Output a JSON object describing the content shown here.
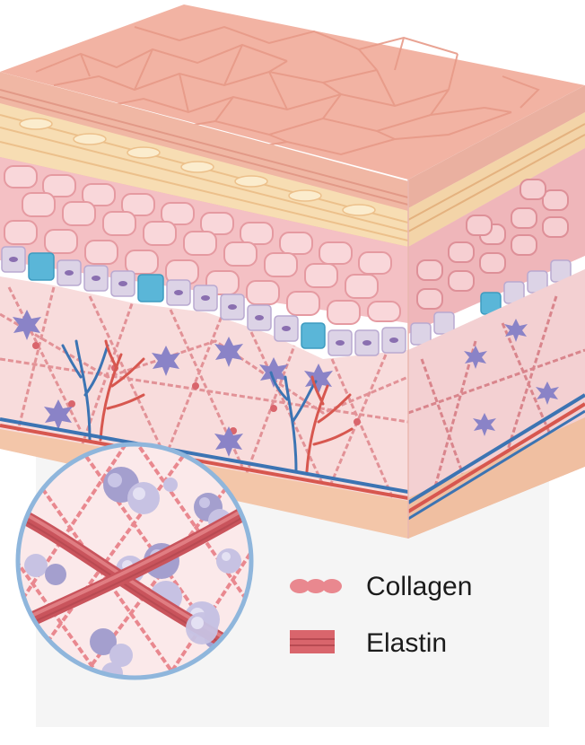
{
  "legend": {
    "items": [
      {
        "key": "collagen",
        "label": "Collagen",
        "icon": "collagen-beads-icon",
        "color": "#e9888f"
      },
      {
        "key": "elastin",
        "label": "Elastin",
        "icon": "elastin-bar-icon",
        "color": "#d9656c"
      }
    ]
  },
  "colors": {
    "panel": "#f5f5f5",
    "epidermis_top": "#f2b3a3",
    "stratum_lucidum": "#f7ddb3",
    "stratum_spinosum": "#f4c0c4",
    "basal_cell": "#dcd3e6",
    "melanocyte": "#5ab6d8",
    "dermis": "#f8dcdc",
    "fiber": "#e08b90",
    "fibroblast": "#8a83c7",
    "artery": "#d7574f",
    "vein": "#3c74b3",
    "hypodermis": "#f3c6a9",
    "lens_ring": "#8fb6dc",
    "hyaluronic": "#c7c2e3"
  }
}
